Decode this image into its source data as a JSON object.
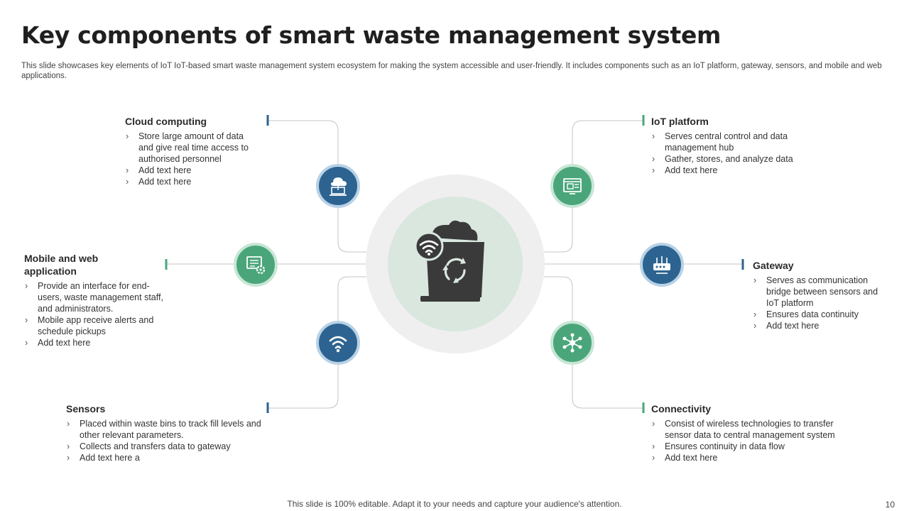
{
  "title": "Key components of smart waste management system",
  "subtitle": "This slide showcases key elements of IoT IoT-based smart waste management system ecosystem for making the system accessible and user-friendly. It includes components such as an IoT platform, gateway,  sensors, and mobile and web applications.",
  "components": {
    "cloud": {
      "heading": "Cloud computing",
      "points": [
        "Store large amount of data and give real time access to authorised personnel",
        "Add text here",
        "Add text here"
      ],
      "icon": "cloud-computer-icon",
      "color": "#2d6390"
    },
    "iot": {
      "heading": "IoT platform",
      "points": [
        "Serves central control and data management hub",
        "Gather, stores, and analyze data",
        "Add text here"
      ],
      "icon": "platform-screen-icon",
      "color": "#4aa67a"
    },
    "mobile": {
      "heading": "Mobile and web application",
      "points": [
        "Provide  an interface for end-users, waste management staff, and administrators.",
        "Mobile app receive  alerts and schedule pickups",
        "Add text here"
      ],
      "icon": "web-app-gear-icon",
      "color": "#4aa67a"
    },
    "gateway": {
      "heading": "Gateway",
      "points": [
        "Serves  as communication bridge between sensors and IoT platform",
        "Ensures data continuity",
        "Add text here"
      ],
      "icon": "router-icon",
      "color": "#2d6390"
    },
    "sensors": {
      "heading": "Sensors",
      "points": [
        "Placed within waste bins to track fill levels and other relevant  parameters.",
        "Collects and transfers data to gateway",
        "Add text here  a"
      ],
      "icon": "wifi-icon",
      "color": "#2d6390"
    },
    "connectivity": {
      "heading": "Connectivity",
      "points": [
        "Consist of wireless technologies to transfer sensor data to central management  system",
        "Ensures continuity in data flow",
        "Add text here"
      ],
      "icon": "network-nodes-icon",
      "color": "#4aa67a"
    }
  },
  "center": {
    "icon": "smart-bin-recycle-icon"
  },
  "footer": "This slide is 100% editable. Adapt it to your needs and capture your audience's attention.",
  "page_number": "10"
}
